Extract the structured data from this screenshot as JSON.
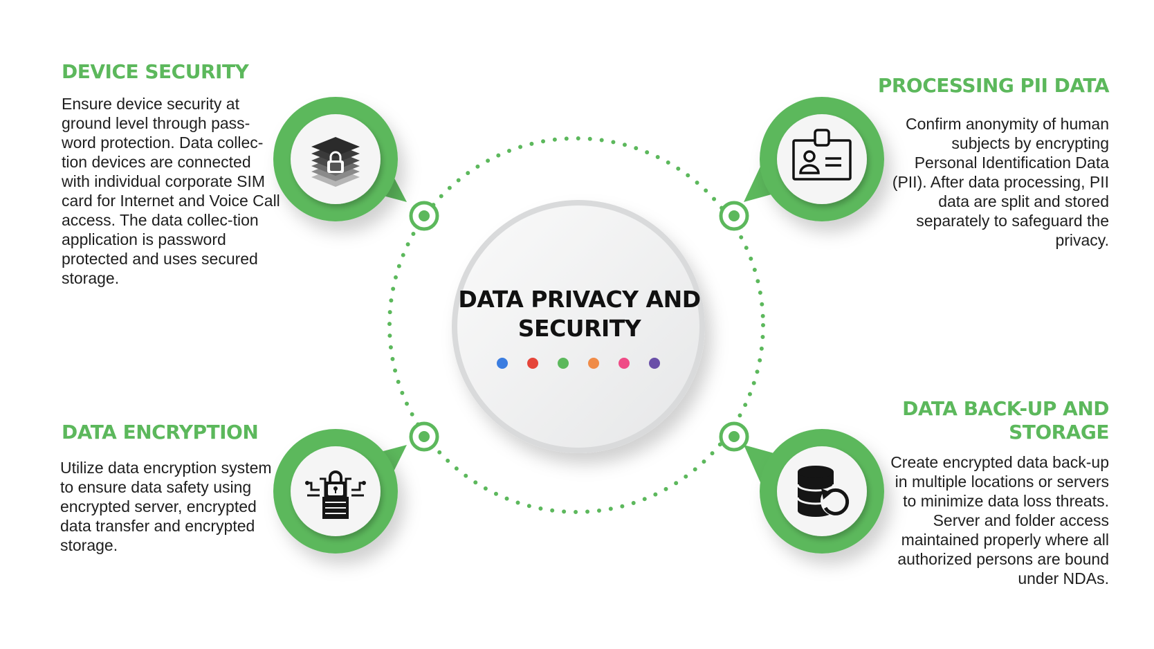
{
  "center": {
    "title": "DATA PRIVACY AND SECURITY",
    "dot_colors": [
      "#3b7de0",
      "#e5453a",
      "#5cb85c",
      "#f08c48",
      "#ef4b86",
      "#6a4fa8"
    ]
  },
  "colors": {
    "accent": "#5cb85c",
    "accent_dark": "#4aa84a",
    "hub": "#f1f2f3"
  },
  "sections": {
    "device_security": {
      "title": "DEVICE SECURITY",
      "body": "Ensure device security at ground level through pass-word protection. Data collec-tion devices are connected with individual corporate SIM card for Internet and Voice Call access. The data collec-tion application is password protected and uses secured storage.",
      "icon": "layers-lock-icon"
    },
    "processing_pii": {
      "title": "PROCESSING PII DATA",
      "body": "Confirm anonymity of human subjects by encrypting Personal Identification Data (PII). After data processing, PII data are split and stored separately to safeguard the privacy.",
      "icon": "id-card-icon"
    },
    "data_encryption": {
      "title": "DATA ENCRYPTION",
      "body": "Utilize data encryption system to ensure data safety using encrypted server, encrypted data transfer and encrypted storage.",
      "icon": "encrypted-server-icon"
    },
    "backup_storage": {
      "title": "DATA BACK-UP AND STORAGE",
      "body": "Create encrypted data back-up in multiple locations or servers to minimize data loss threats. Server and folder access maintained properly where all authorized persons are bound under NDAs.",
      "icon": "database-restore-icon"
    }
  }
}
